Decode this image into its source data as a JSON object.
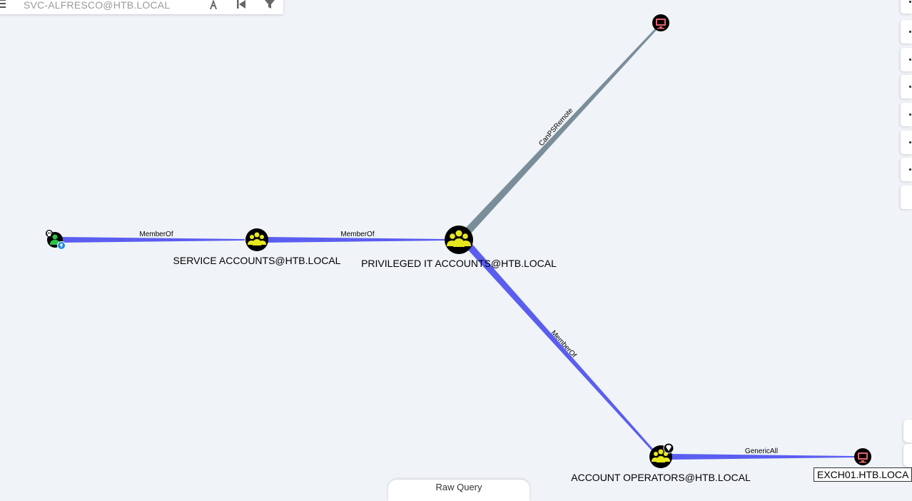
{
  "search": {
    "value": "SVC-ALFRESCO@HTB.LOCAL"
  },
  "toolbar": {
    "icons": [
      "path-icon",
      "back-icon",
      "filter-icon"
    ]
  },
  "graph": {
    "nodes": [
      {
        "id": "user",
        "type": "user",
        "label": "",
        "icon": "user-icon",
        "badges": [
          "skull-badge",
          "owned-badge"
        ]
      },
      {
        "id": "service_accounts",
        "type": "group",
        "label": "SERVICE ACCOUNTS@HTB.LOCAL",
        "icon": "group-icon"
      },
      {
        "id": "privileged_it",
        "type": "group",
        "label": "PRIVILEGED IT ACCOUNTS@HTB.LOCAL",
        "icon": "group-icon"
      },
      {
        "id": "computer_top",
        "type": "computer",
        "label": "",
        "icon": "computer-icon"
      },
      {
        "id": "account_operators",
        "type": "group",
        "label": "ACCOUNT OPERATORS@HTB.LOCAL",
        "icon": "group-icon",
        "badges": [
          "high-value-badge"
        ]
      },
      {
        "id": "exch01",
        "type": "computer",
        "label": "EXCH01.HTB.LOCA",
        "icon": "computer-icon"
      }
    ],
    "edges": [
      {
        "from": "user",
        "to": "service_accounts",
        "label": "MemberOf"
      },
      {
        "from": "service_accounts",
        "to": "privileged_it",
        "label": "MemberOf"
      },
      {
        "from": "privileged_it",
        "to": "computer_top",
        "label": "CanPSRemote"
      },
      {
        "from": "privileged_it",
        "to": "account_operators",
        "label": "MemberOf"
      },
      {
        "from": "account_operators",
        "to": "exch01",
        "label": "GenericAll"
      }
    ]
  },
  "bottom": {
    "raw_query_label": "Raw Query"
  },
  "colors": {
    "background": "#f0f3f8",
    "memberof_edge": "#5a5ef0",
    "psremote_edge": "#7a8e9a",
    "group_fill": "#e8e81e",
    "user_fill": "#2ec24a",
    "computer_fill": "#e2636e",
    "node_bg": "#000000"
  }
}
